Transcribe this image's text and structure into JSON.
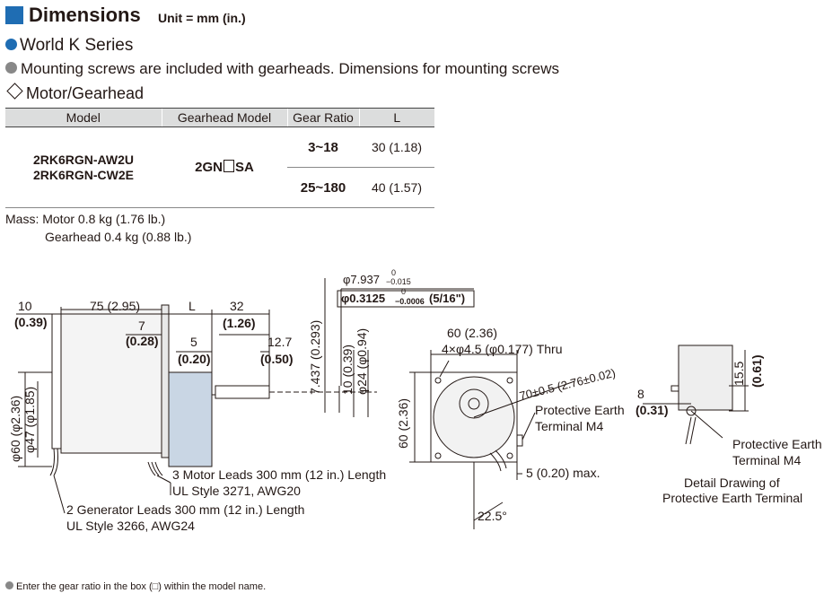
{
  "header": {
    "title": "Dimensions",
    "unit": "Unit = mm (in.)",
    "series": "World K Series",
    "note": "Mounting screws are included with gearheads. Dimensions for mounting screws",
    "section": "Motor/Gearhead"
  },
  "table": {
    "headers": [
      "Model",
      "Gearhead Model",
      "Gear Ratio",
      "L"
    ],
    "model_1": "2RK6RGN-AW2U",
    "model_2": "2RK6RGN-CW2E",
    "gearhead_prefix": "2GN",
    "gearhead_suffix": "SA",
    "rows": [
      {
        "ratio": "3~18",
        "L": "30 (1.18)"
      },
      {
        "ratio": "25~180",
        "L": "40 (1.57)"
      }
    ]
  },
  "mass": {
    "motor": "Mass: Motor 0.8 kg (1.76 lb.)",
    "gearhead": "Gearhead 0.4 kg (0.88 lb.)"
  },
  "drawing": {
    "d_10": "10",
    "d_10_in": "(0.39)",
    "d_75": "75 (2.95)",
    "d_L": "L",
    "d_32": "32",
    "d_32_in": "(1.26)",
    "d_7": "7",
    "d_7_in": "(0.28)",
    "d_5": "5",
    "d_5_in": "(0.20)",
    "d_127": "12.7",
    "d_127_in": "(0.50)",
    "d_phi60": "φ60 (φ2.36)",
    "d_phi47": "φ47 (φ1.85)",
    "d_7437": "7.437 (0.293)",
    "d_10v": "10 (0.39)",
    "d_phi24": "φ24 (φ0.94)",
    "shaft_tol_1": "φ7.937",
    "shaft_tol_1_up": "0",
    "shaft_tol_1_lo": "−0.015",
    "shaft_tol_2": "φ0.3125",
    "shaft_tol_2_up": "0",
    "shaft_tol_2_lo": "−0.0006",
    "shaft_tol_2_frac": "(5/16\")",
    "leads_motor_1": "3 Motor Leads 300 mm (12 in.) Length",
    "leads_motor_2": "UL Style 3271, AWG20",
    "leads_gen_1": "2 Generator Leads 300 mm (12 in.) Length",
    "leads_gen_2": "UL Style 3266, AWG24",
    "front_60": "60 (2.36)",
    "front_60v": "60 (2.36)",
    "front_holes": "4×φ4.5 (φ0.177) Thru",
    "front_70": "70±0.5 (2.76±0.02)",
    "front_pe_1": "Protective Earth",
    "front_pe_2": "Terminal M4",
    "front_5max": "5 (0.20) max.",
    "front_angle": "22.5°",
    "detail_155": "15.5",
    "detail_155_in": "(0.61)",
    "detail_8": "8",
    "detail_8_in": "(0.31)",
    "detail_pe_1": "Protective Earth",
    "detail_pe_2": "Terminal M4",
    "detail_cap_1": "Detail Drawing of",
    "detail_cap_2": "Protective Earth Terminal"
  },
  "footnote": "Enter the gear ratio in the box (□) within the model name."
}
